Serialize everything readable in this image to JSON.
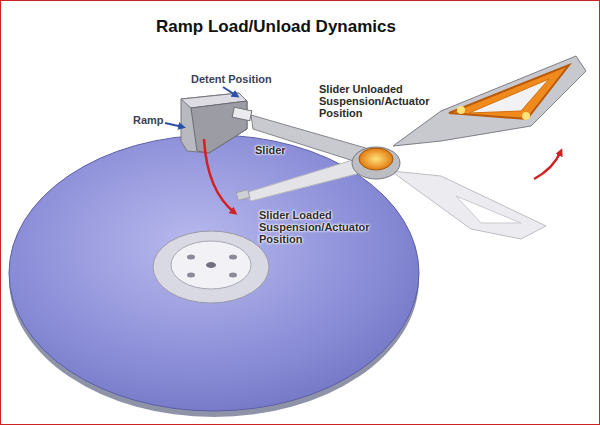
{
  "diagram": {
    "title": "Ramp Load/Unload Dynamics",
    "labels": [
      "Detent Position",
      "Slider Unloaded Suspension/Actuator Position",
      "Ramp",
      "Slider",
      "Slider Loaded Suspension/Actuator Position"
    ]
  }
}
